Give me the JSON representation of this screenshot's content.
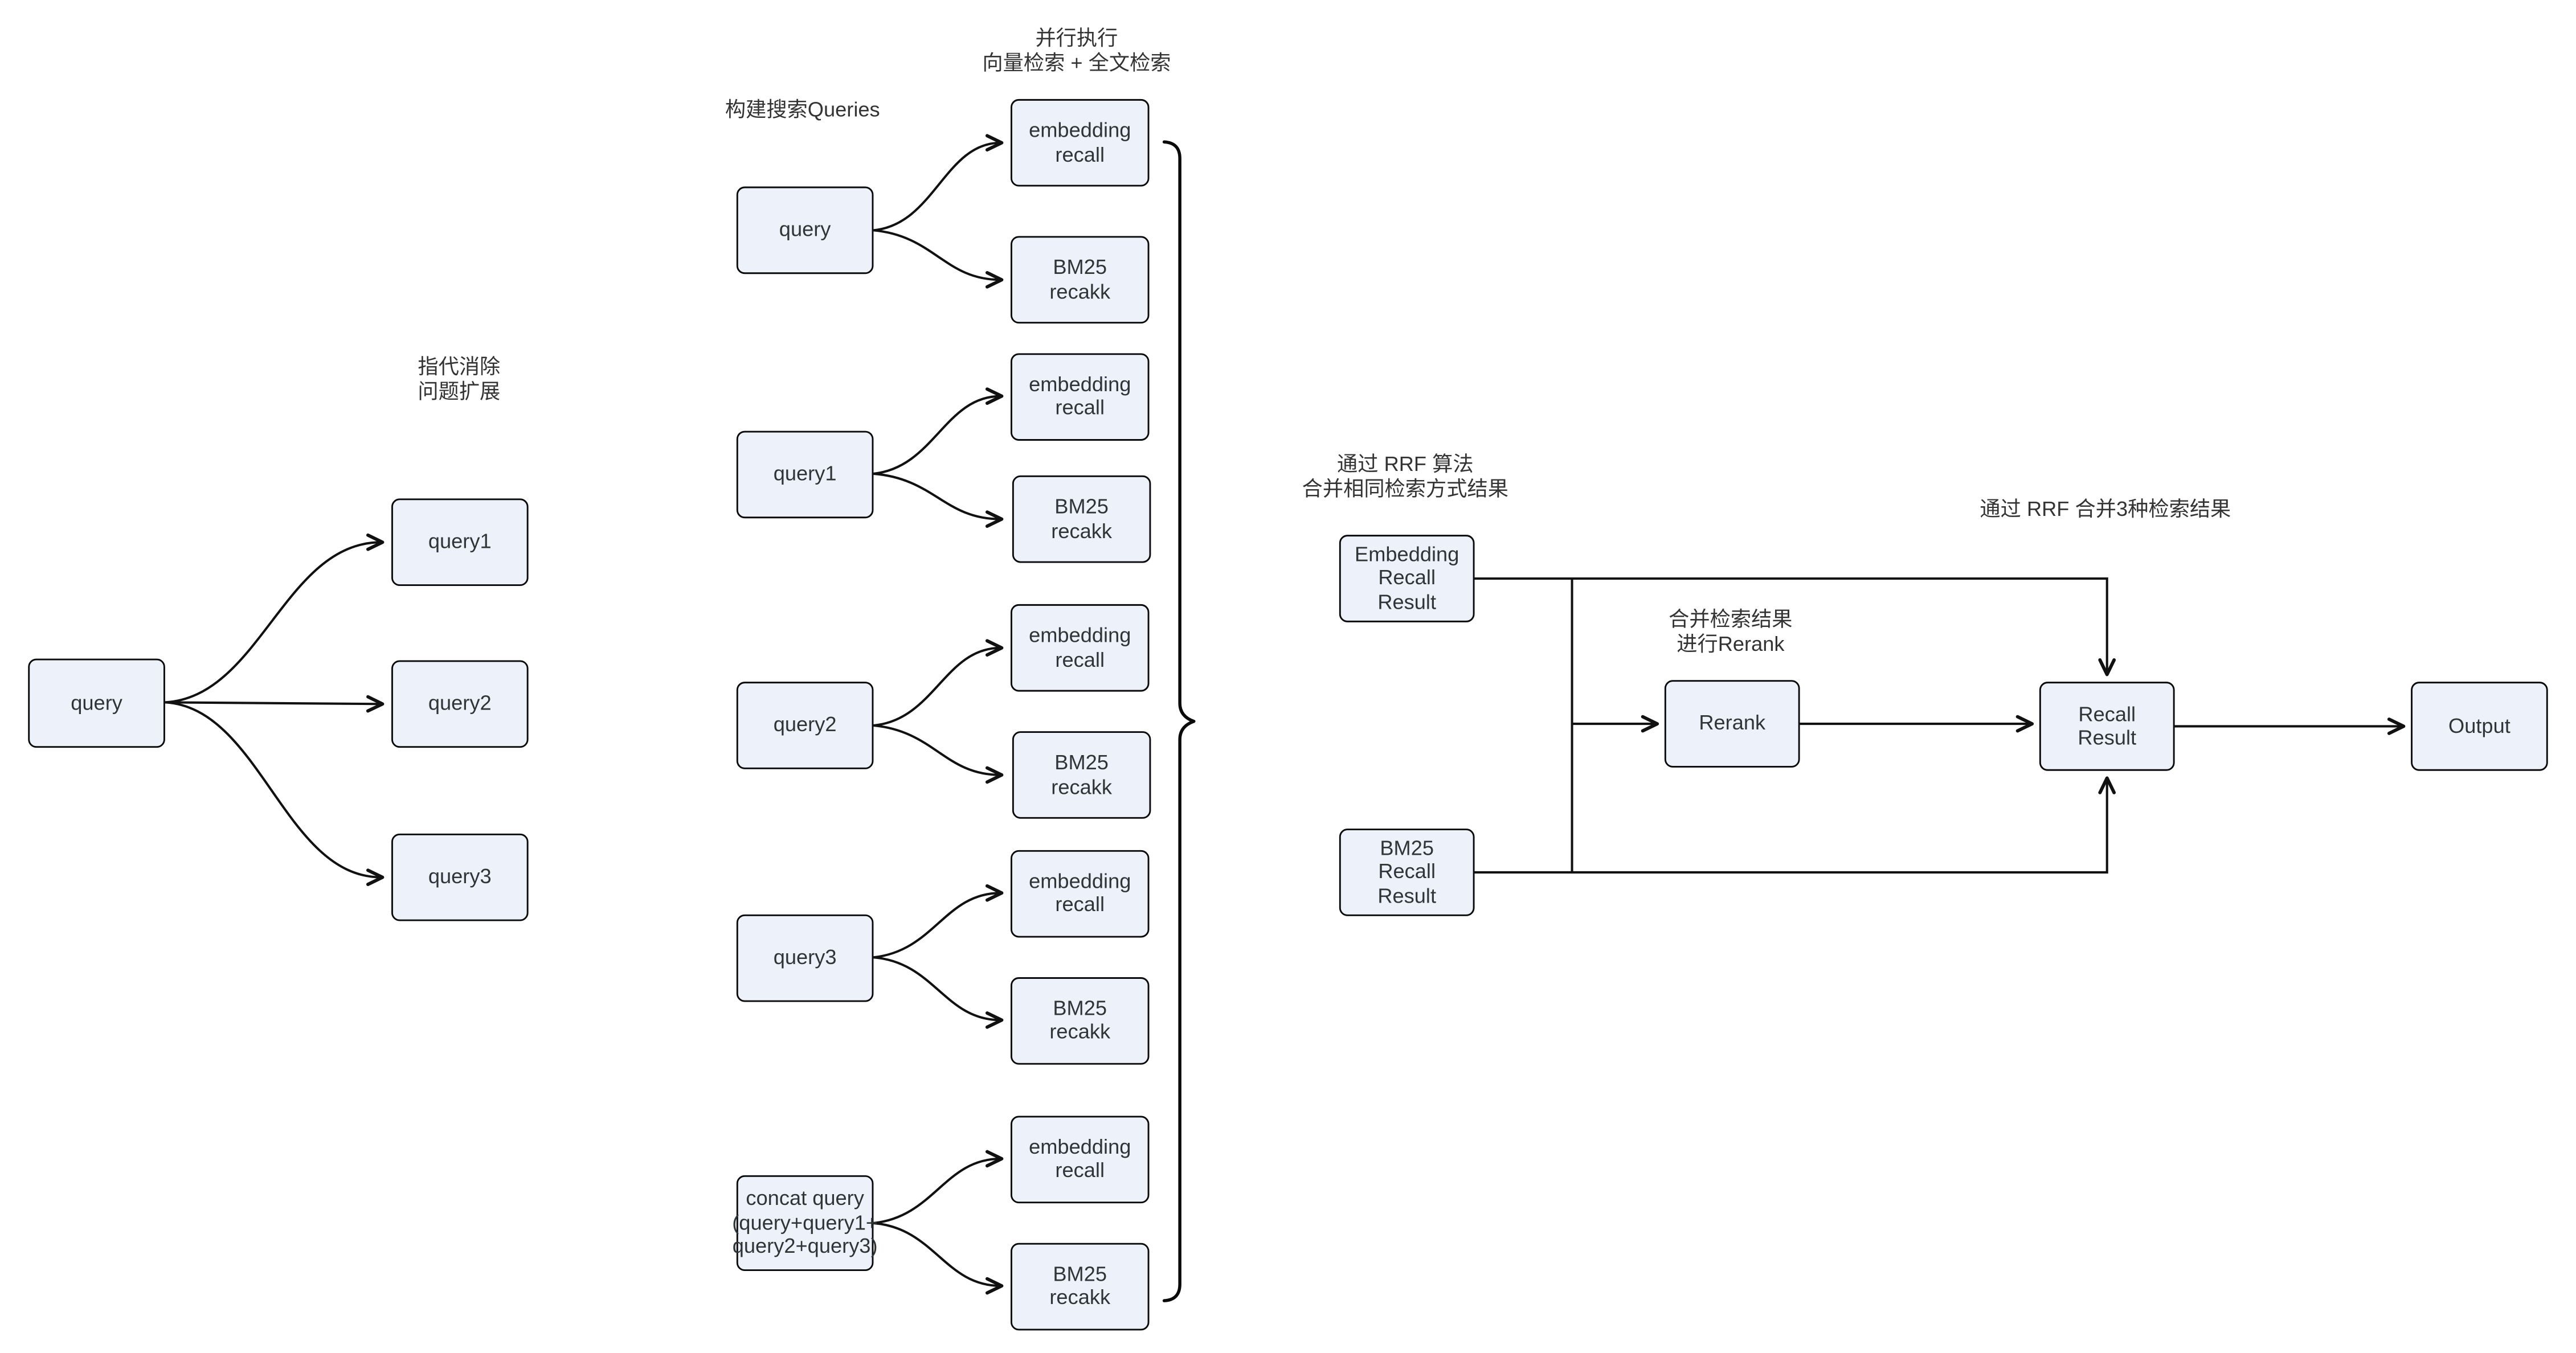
{
  "labels": {
    "parallel": "并行执行\n向量检索 + 全文检索",
    "build_queries": "构建搜索Queries",
    "coref": "指代消除\n问题扩展",
    "rrf_same": "通过 RRF 算法\n合并相同检索方式结果",
    "merge_rerank": "合并检索结果\n进行Rerank",
    "rrf_three": "通过 RRF 合并3种检索结果"
  },
  "nodes": {
    "left_query": "query",
    "left_query1": "query1",
    "left_query2": "query2",
    "left_query3": "query3",
    "mid_query": "query",
    "mid_query1": "query1",
    "mid_query2": "query2",
    "mid_query3": "query3",
    "concat_query": "concat query\n(query+query1+\nquery2+query3)",
    "embedding_recall": "embedding\nrecall",
    "bm25_recall": "BM25\nrecakk",
    "embedding_result": "Embedding\nRecall\nResult",
    "bm25_result": "BM25\nRecall\nResult",
    "rerank": "Rerank",
    "recall_result": "Recall\nResult",
    "output": "Output"
  },
  "colors": {
    "box_fill": "#edf1fa",
    "box_stroke": "#0a0a0a",
    "edge": "#111111",
    "text": "#2f3437",
    "background": "#ffffff"
  }
}
